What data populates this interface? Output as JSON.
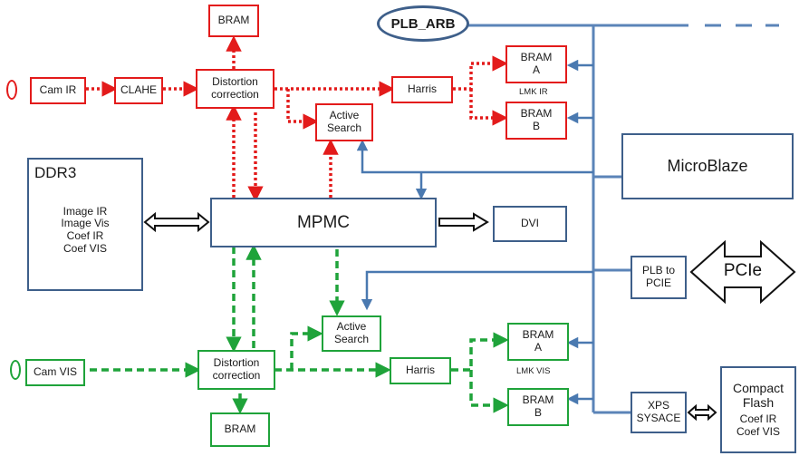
{
  "colors": {
    "ir": "#e31b1b",
    "vis": "#1fa33a",
    "bus": "#5b84b8",
    "box_border": "#3e5f8a"
  },
  "bus": {
    "arbiter": "PLB_ARB"
  },
  "ir_path": {
    "bram_top": "BRAM",
    "cam": "Cam IR",
    "clahe": "CLAHE",
    "distortion": [
      "Distortion",
      "correction"
    ],
    "harris": "Harris",
    "active_search": [
      "Active",
      "Search"
    ],
    "bram_a": [
      "BRAM",
      "A"
    ],
    "bram_b": [
      "BRAM",
      "B"
    ],
    "lmk_label": "LMK IR"
  },
  "vis_path": {
    "cam": "Cam VIS",
    "distortion": [
      "Distortion",
      "correction"
    ],
    "bram_bottom": "BRAM",
    "harris": "Harris",
    "active_search": [
      "Active",
      "Search"
    ],
    "bram_a": [
      "BRAM",
      "A"
    ],
    "bram_b": [
      "BRAM",
      "B"
    ],
    "lmk_label": "LMK VIS"
  },
  "ddr3": {
    "title": "DDR3",
    "lines": [
      "Image IR",
      "Image Vis",
      "Coef IR",
      "Coef VIS"
    ]
  },
  "mpmc": "MPMC",
  "dvi": "DVI",
  "microblaze": "MicroBlaze",
  "plb_pcie": [
    "PLB to",
    "PCIE"
  ],
  "pcie": "PCIe",
  "sysace": [
    "XPS",
    "SYSACE"
  ],
  "compact_flash": {
    "title": [
      "Compact",
      "Flash"
    ],
    "lines": [
      "Coef IR",
      "Coef VIS"
    ]
  }
}
